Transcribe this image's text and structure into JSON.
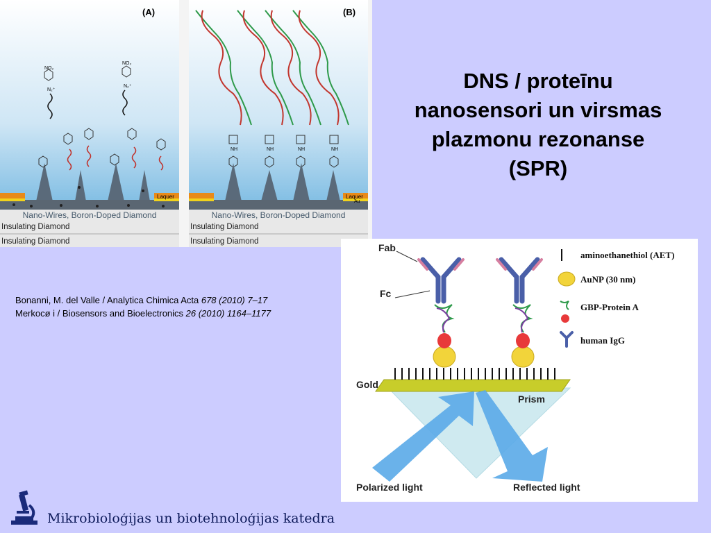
{
  "title_lines": [
    "DNS / proteīnu",
    "nanosensori un virsmas",
    "plazmonu rezonanse",
    "(SPR)"
  ],
  "references": [
    {
      "text": "Bonanni, M. del Valle / Analytica Chimica Acta ",
      "italic": "678 (2010) 7–17"
    },
    {
      "text": " Merkocø i / Biosensors and Bioelectronics ",
      "italic": "26 (2010) 1164–1177"
    }
  ],
  "figure_ab": {
    "label_a": "(A)",
    "label_b": "(B)",
    "nanowire_label": "Nano-Wires, Boron-Doped Diamond",
    "insulating_label": "Insulating Diamond",
    "laquer": "Laquer",
    "au": "Au",
    "no2": "NO₂",
    "n2": "N₂⁺",
    "nh": "NH"
  },
  "figure_spr": {
    "fab": "Fab",
    "fc": "Fc",
    "gold": "Gold",
    "prism": "Prism",
    "polarized": "Polarized light",
    "reflected": "Reflected light",
    "legend": [
      {
        "icon": "aet-bar-icon",
        "label": "aminoethanethiol (AET)"
      },
      {
        "icon": "aunp-sphere-icon",
        "label": "AuNP (30 nm)"
      },
      {
        "icon": "protein-a-icon",
        "label": "GBP-Protein A"
      },
      {
        "icon": "igg-antibody-icon",
        "label": "human IgG"
      }
    ],
    "colors": {
      "gold": "#c8cd2a",
      "aunp": "#f2d43a",
      "protein": "#e8393a",
      "antibody": "#4a5fa8",
      "beam": "#5aaae8",
      "prism": "#cfeaf0"
    }
  },
  "footer": {
    "text": "Mikrobioloģijas un biotehnoloģijas katedra"
  }
}
